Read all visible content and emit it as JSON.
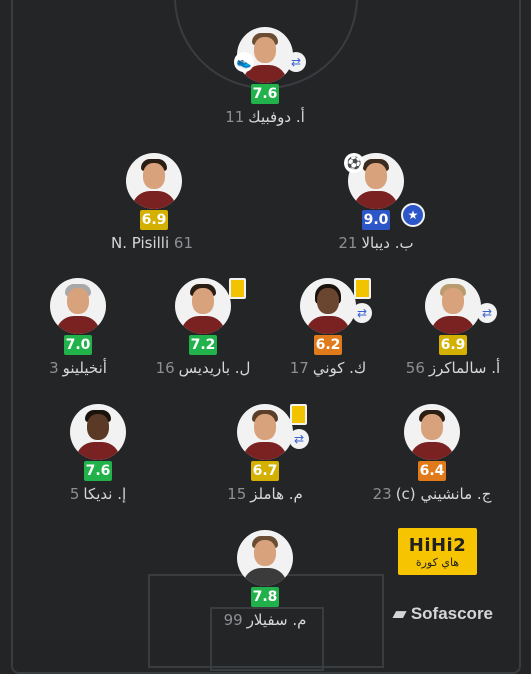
{
  "players": [
    {
      "number": "11",
      "name": "أ. دوفبيك",
      "rating": "7.6",
      "rating_color": "#22b24c"
    },
    {
      "number": "61",
      "name": "N. Pisilli",
      "rating": "6.9",
      "rating_color": "#d4b000"
    },
    {
      "number": "21",
      "name": "ب. ديبالا",
      "rating": "9.0",
      "rating_color": "#2d56c8"
    },
    {
      "number": "3",
      "name": "أنخيلينو",
      "rating": "7.0",
      "rating_color": "#22b24c"
    },
    {
      "number": "16",
      "name": "ل. باريديس",
      "rating": "7.2",
      "rating_color": "#22b24c"
    },
    {
      "number": "17",
      "name": "ك. كوني",
      "rating": "6.2",
      "rating_color": "#e07a1a"
    },
    {
      "number": "56",
      "name": "أ. سالماكرز",
      "rating": "6.9",
      "rating_color": "#d4b000"
    },
    {
      "number": "5",
      "name": "إ. نديكا",
      "rating": "7.6",
      "rating_color": "#22b24c"
    },
    {
      "number": "15",
      "name": "م. هاملز",
      "rating": "6.7",
      "rating_color": "#d4b000"
    },
    {
      "number": "23",
      "name": "(c) ج. مانشيني",
      "rating": "6.4",
      "rating_color": "#e07a1a"
    },
    {
      "number": "99",
      "name": "م. سفيلار",
      "rating": "7.8",
      "rating_color": "#22b24c"
    }
  ],
  "watermark": {
    "line1": "HiHi2",
    "line2": "هاي كورة"
  },
  "brand": {
    "name": "Sofascore"
  }
}
